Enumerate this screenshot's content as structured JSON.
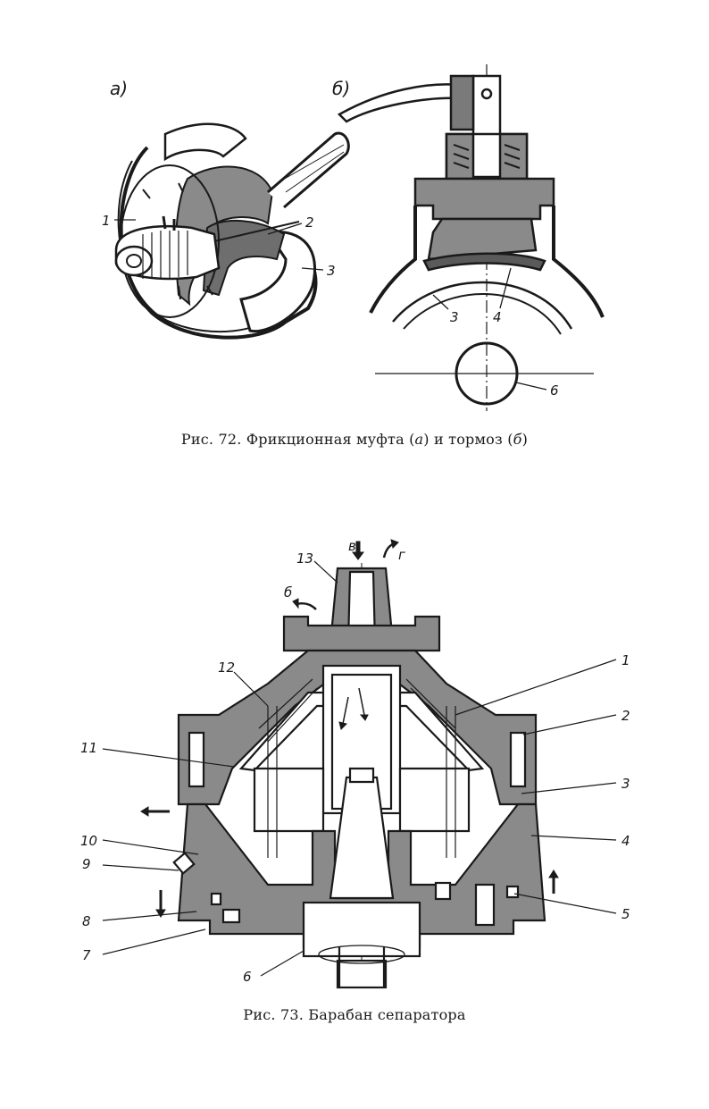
{
  "figure72": {
    "panel_a": "а)",
    "panel_b": "б)",
    "labels_a": [
      "1",
      "2",
      "3"
    ],
    "labels_b": [
      "3",
      "4",
      "6"
    ],
    "caption": {
      "prefix": "Рис. 72. Фрикционная муфта (",
      "a": "а",
      "mid": ") и тормоз (",
      "b": "б",
      "suffix": ")"
    }
  },
  "figure73": {
    "flow_labels": {
      "v": "в",
      "g": "г",
      "b": "б"
    },
    "labels_right": [
      "1",
      "2",
      "3",
      "4",
      "5"
    ],
    "labels_left": [
      "13",
      "12",
      "11",
      "10",
      "9",
      "8",
      "7",
      "6"
    ],
    "caption": "Рис. 73. Барабан сепаратора"
  }
}
